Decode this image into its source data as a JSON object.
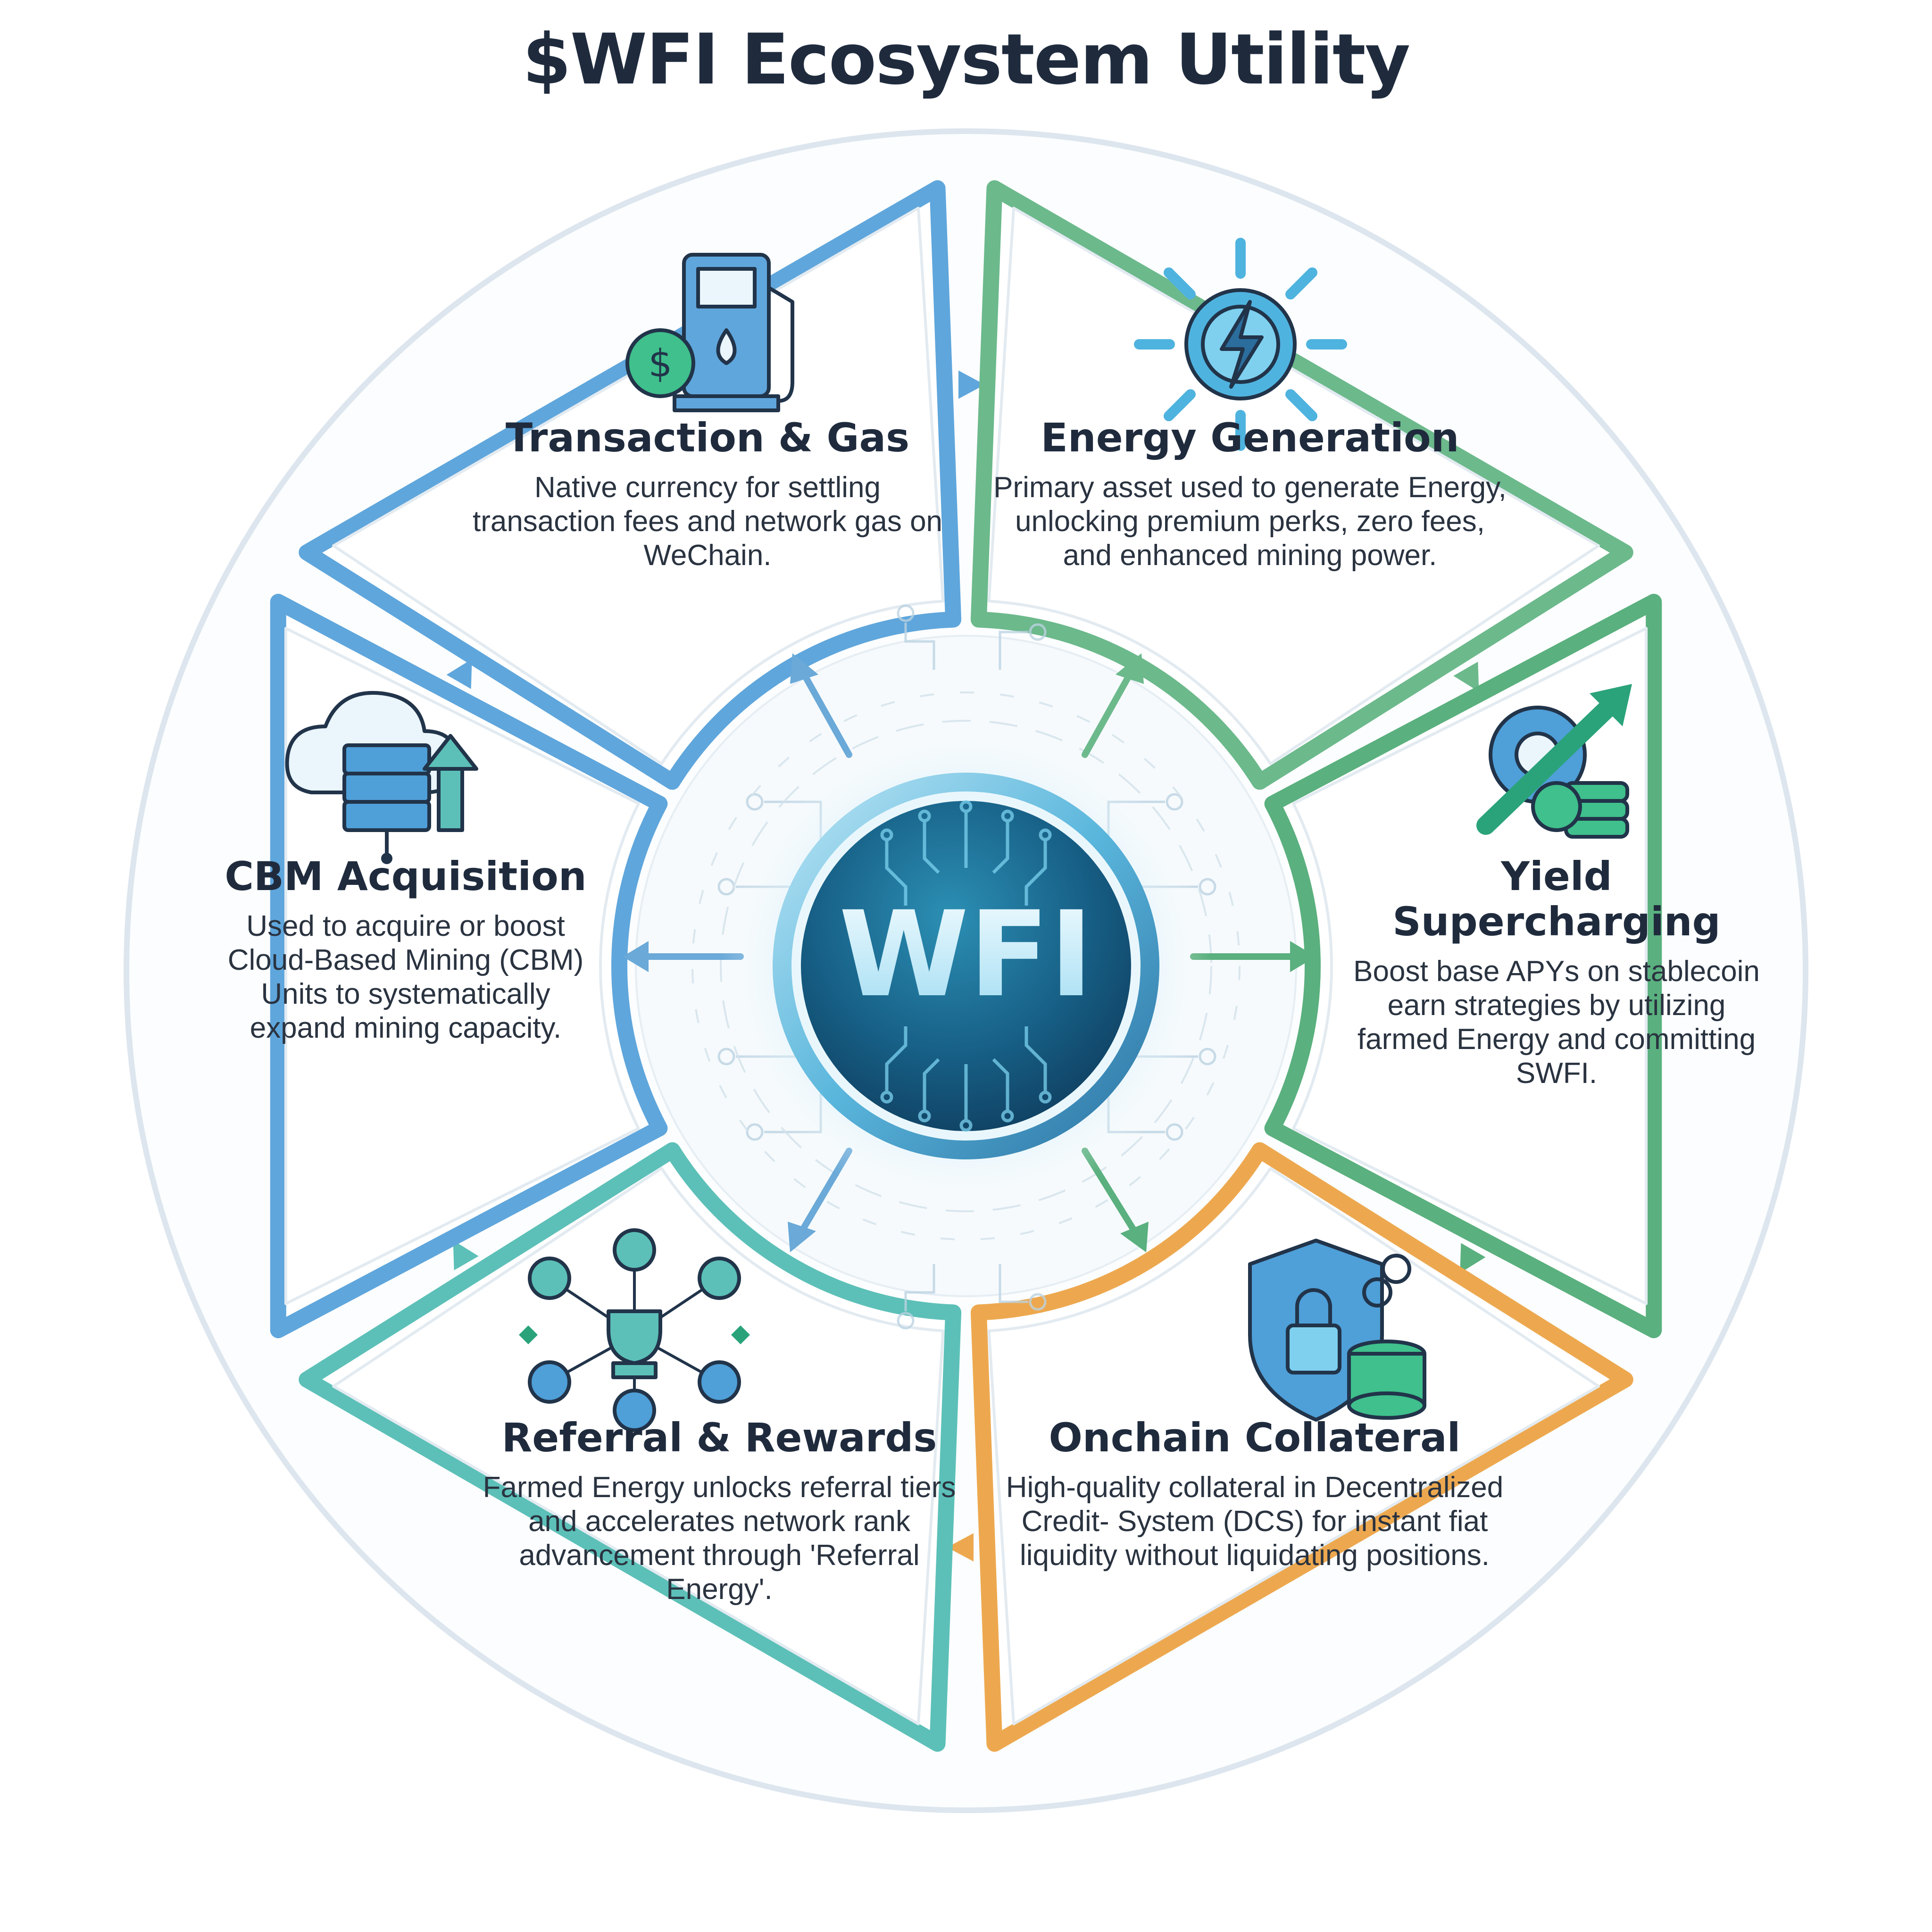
{
  "title": "$WFI Ecosystem Utility",
  "hub": {
    "label": "WFI"
  },
  "segments": [
    {
      "title": "Transaction & Gas",
      "desc": "Native currency for settling transaction fees and network gas on WeChain.",
      "color": "#5fa6dc",
      "icon": "gas-pump-icon"
    },
    {
      "title": "Energy Generation",
      "desc": "Primary asset used to generate Energy, unlocking premium perks, zero fees, and enhanced mining power.",
      "color": "#6cb98c",
      "icon": "lightning-energy-icon"
    },
    {
      "title": "Yield Supercharging",
      "desc": "Boost base APYs on stablecoin earn strategies by utilizing farmed Energy and committing SWFI.",
      "color": "#5ab07e",
      "icon": "gear-growth-arrow-icon"
    },
    {
      "title": "Onchain Collateral",
      "desc": "High-quality collateral in Decentralized Credit- System (DCS) for instant fiat liquidity without liquidating positions.",
      "color": "#eda84f",
      "icon": "shield-lock-icon"
    },
    {
      "title": "Referral & Rewards",
      "desc": "Farmed Energy unlocks referral tiers and accelerates network rank advancement through 'Referral Energy'.",
      "color": "#5cc0b8",
      "icon": "network-trophy-icon"
    },
    {
      "title": "CBM Acquisition",
      "desc": "Used to acquire or boost Cloud-Based Mining (CBM) Units to systematically expand mining capacity.",
      "color": "#5fa6dc",
      "icon": "cloud-server-icon"
    }
  ]
}
